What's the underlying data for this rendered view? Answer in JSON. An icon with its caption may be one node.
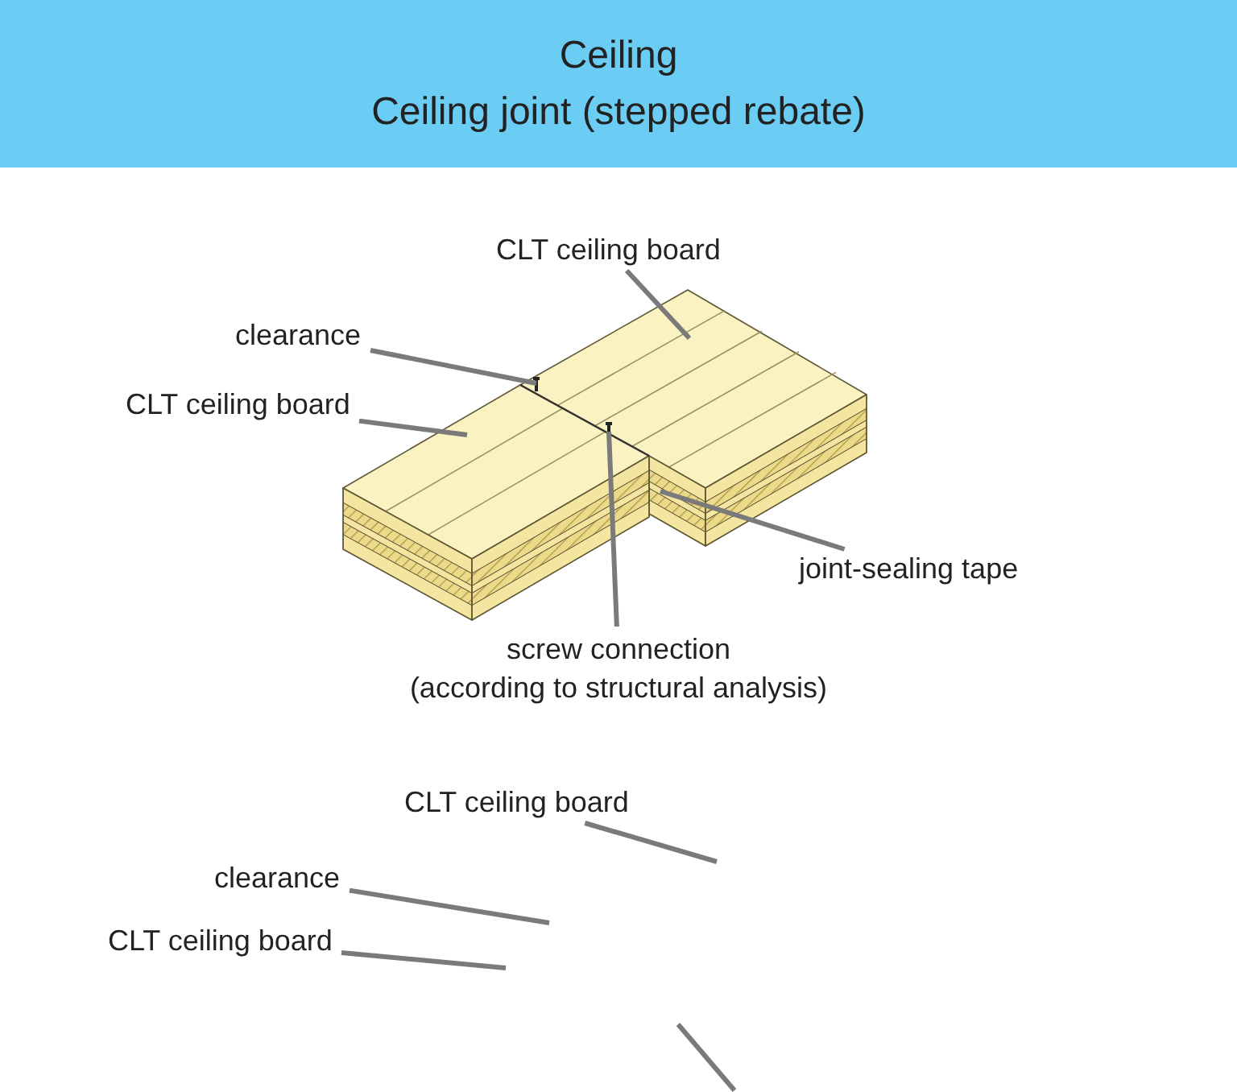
{
  "diagram": {
    "nodes": [
      {
        "text": [
          "Ceiling",
          "Ceiling joint (stepped rebate)"
        ]
      },
      {
        "text": [
          "CLT ceiling board"
        ]
      },
      {
        "text": [
          "clearance"
        ]
      },
      {
        "text": [
          "CLT ceiling board"
        ]
      },
      {
        "text": [
          "joint-sealing tape"
        ]
      },
      {
        "text": [
          "screw connection (according to structural analysis)"
        ]
      },
      {
        "text": [
          "CLT ceiling board"
        ]
      },
      {
        "text": [
          "clearance"
        ]
      },
      {
        "text": [
          "CLT ceiling board"
        ]
      }
    ],
    "edges": [
      {
        "from": 1,
        "to": null,
        "arrow": "none"
      },
      {
        "from": 2,
        "to": null,
        "arrow": "none"
      },
      {
        "from": 3,
        "to": null,
        "arrow": "none"
      },
      {
        "from": 4,
        "to": null,
        "arrow": "none"
      },
      {
        "from": 5,
        "to": null,
        "arrow": "none"
      },
      {
        "from": 6,
        "to": null,
        "arrow": "none"
      },
      {
        "from": 7,
        "to": null,
        "arrow": "none"
      },
      {
        "from": 8,
        "to": null,
        "arrow": "none"
      }
    ]
  }
}
